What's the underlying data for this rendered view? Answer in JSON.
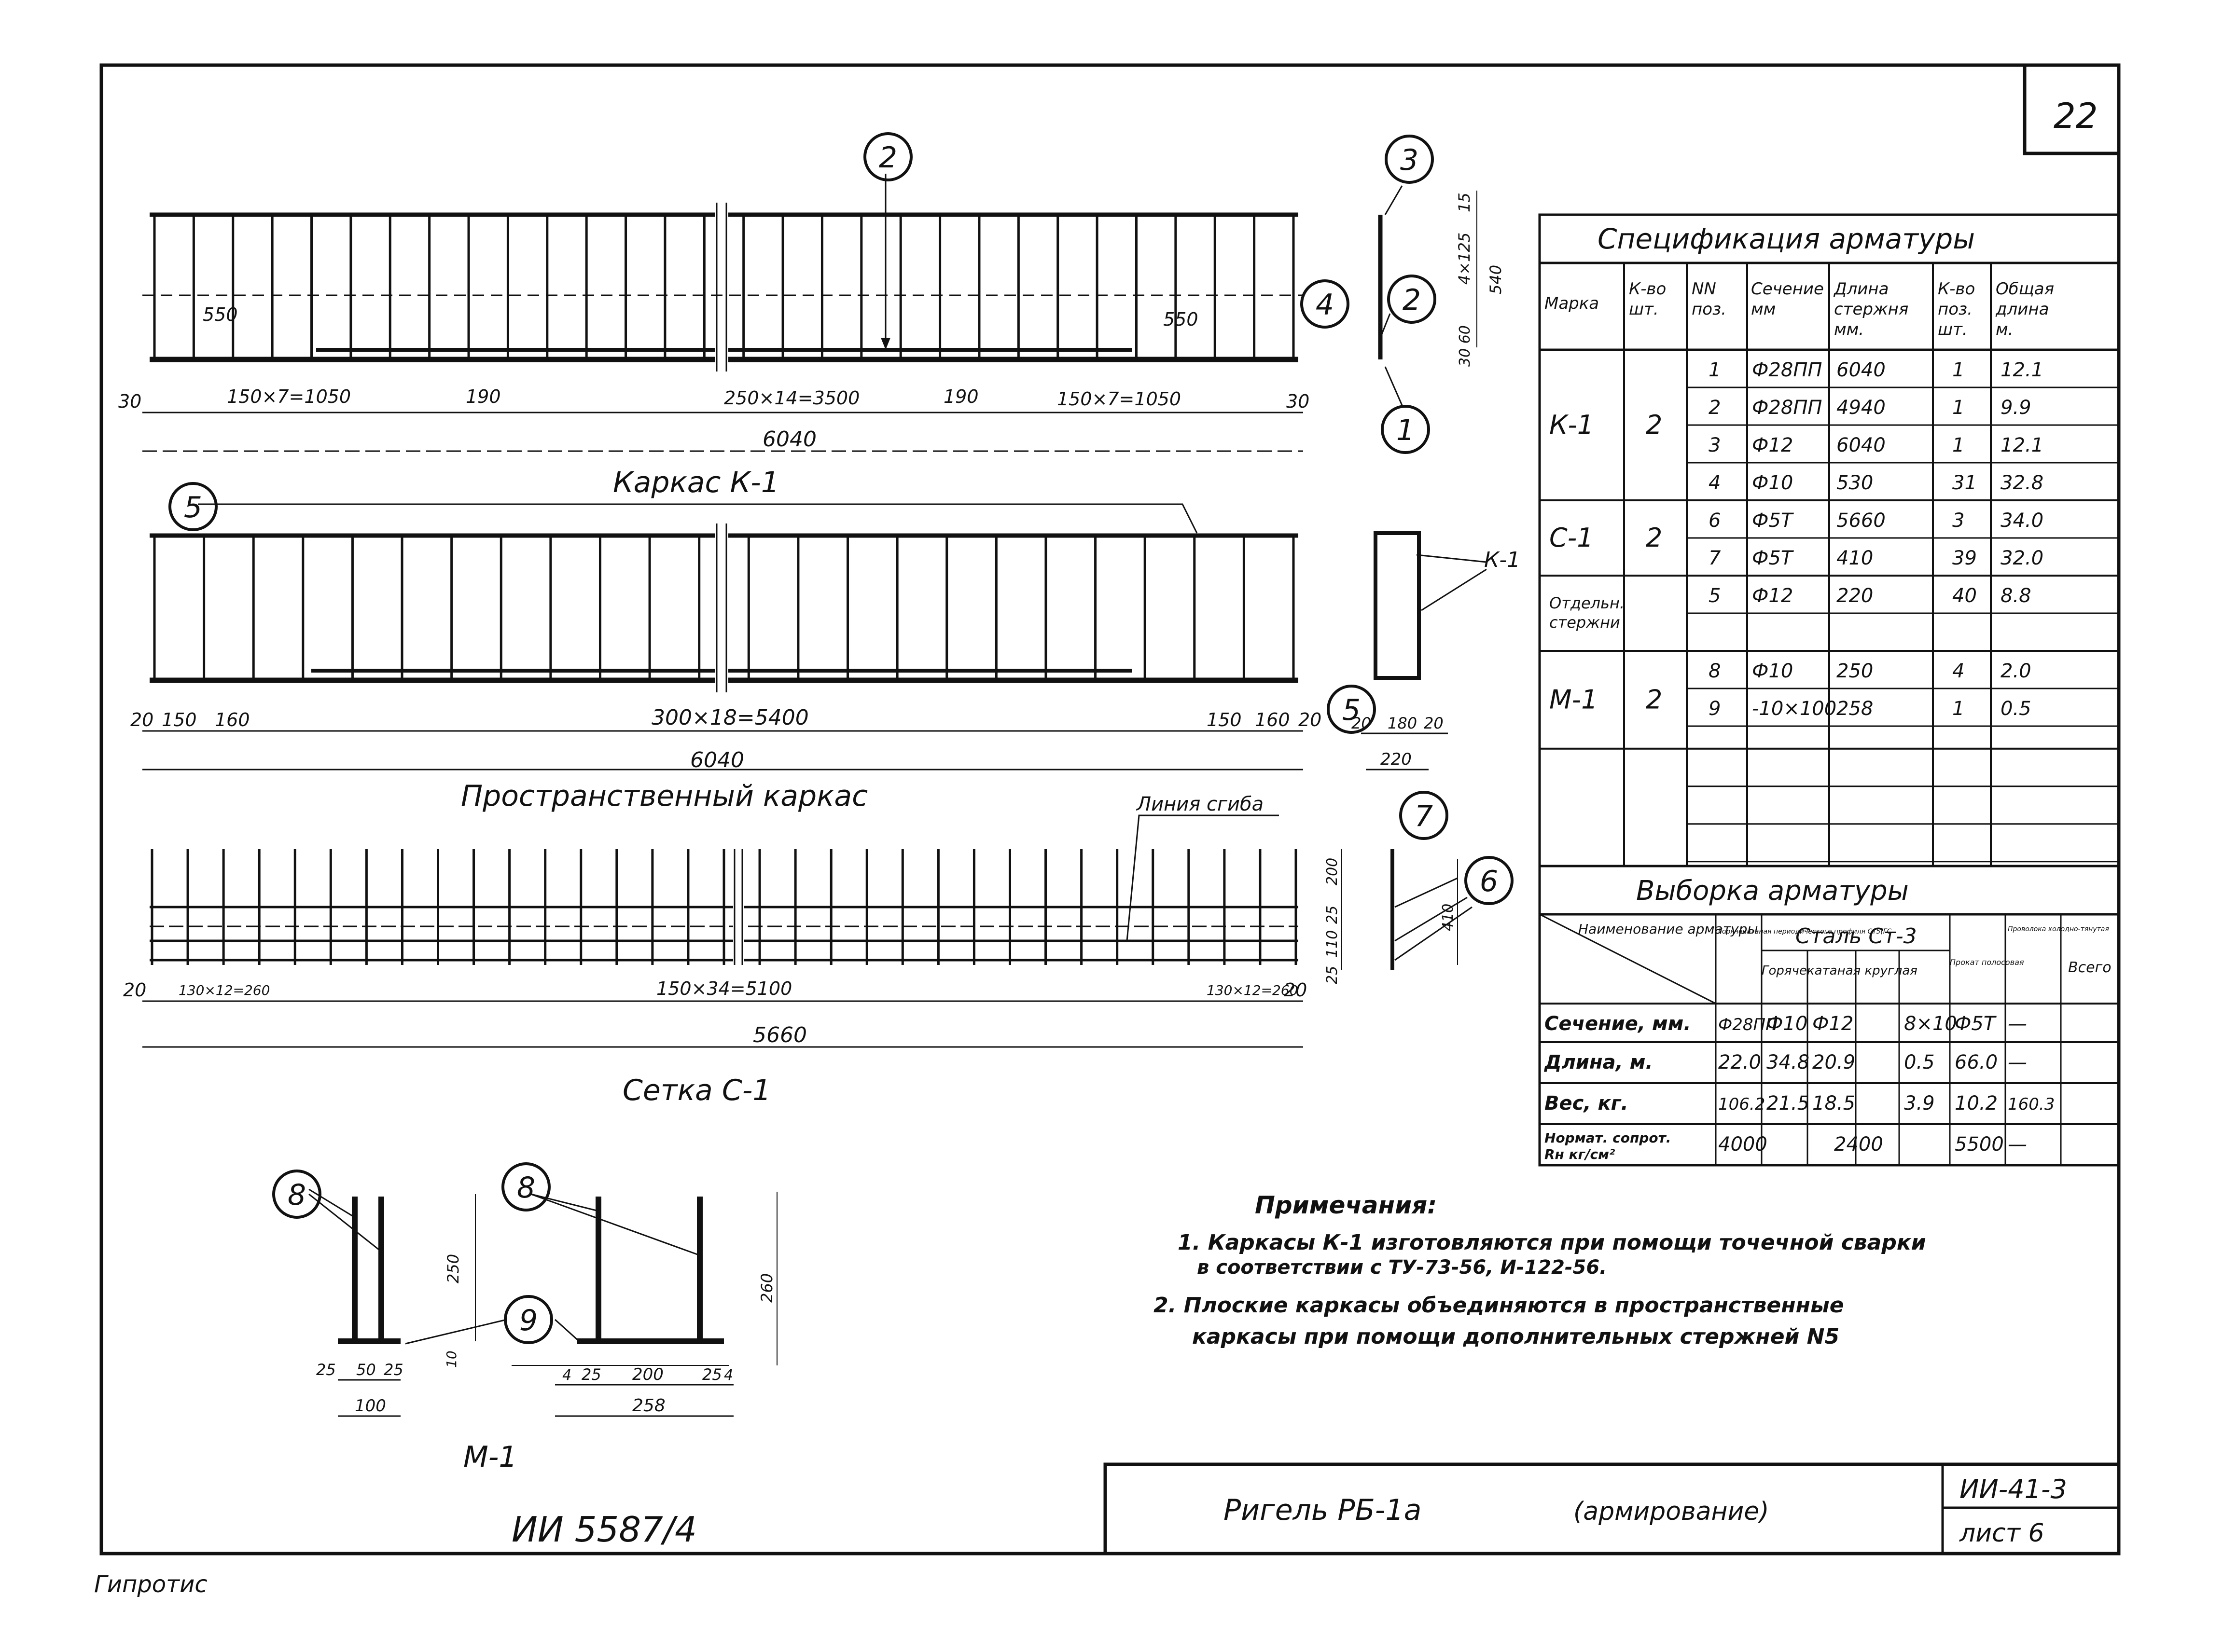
{
  "sheet": {
    "page_number": "22",
    "code": "ИИ-41-3",
    "sheet_label": "лист 6",
    "title": "Ригель РБ-1а",
    "subtitle": "(армирование)",
    "archive_no": "ИИ 5587/4",
    "org": "Гипротис"
  },
  "views": {
    "k1": {
      "title": "Каркас К-1",
      "dims": {
        "d30l": "30",
        "seg1": "150×7=1050",
        "d190l": "190",
        "center": "250×14=3500",
        "d190r": "190",
        "seg2": "150×7=1050",
        "d30r": "30",
        "total": "6040",
        "left550": "550",
        "right550": "550"
      },
      "section_dims": {
        "top": "15",
        "mid": "4×125",
        "total": "540",
        "bottom": "30 60"
      }
    },
    "spatial": {
      "title": "Пространственный каркас",
      "dims": {
        "d20l": "20",
        "d150l": "150",
        "d160l": "160",
        "center": "300×18=5400",
        "d150r": "150",
        "d160r": "160",
        "d20r": "20",
        "total": "6040"
      },
      "section_dims": {
        "left": "20",
        "mid": "180",
        "right": "20",
        "total": "220"
      },
      "callout_k1": "К-1"
    },
    "mesh": {
      "title": "Сетка С-1",
      "bend_line": "Линия сгиба",
      "dims": {
        "d20l": "20",
        "left": "130×12=260",
        "center": "150×34=5100",
        "right": "130×12=260",
        "d20r": "20",
        "total": "5660"
      },
      "section_dims": {
        "top": "200",
        "mid": "25",
        "low": "110",
        "bot": "25",
        "total": "410"
      }
    },
    "m1": {
      "title": "М-1",
      "dims_a": {
        "a": "25",
        "b": "50",
        "c": "25",
        "total": "100"
      },
      "dims_b": {
        "e1": "4",
        "a": "25",
        "b": "200",
        "c": "25",
        "e2": "4",
        "total": "258",
        "h1": "250",
        "h2": "260",
        "t": "10"
      }
    }
  },
  "markers": [
    "1",
    "2",
    "3",
    "4",
    "5",
    "6",
    "7",
    "8",
    "9"
  ],
  "spec": {
    "title": "Спецификация арматуры",
    "headers": [
      "Марка",
      "К-во шт.",
      "NN поз.",
      "Сечение мм",
      "Длина стержня мм.",
      "К-во поз. шт.",
      "Общая длина м."
    ],
    "groups": [
      {
        "mark": "К-1",
        "qty": "2",
        "rows": [
          [
            "1",
            "Ф28ПП",
            "6040",
            "1",
            "12.1"
          ],
          [
            "2",
            "Ф28ПП",
            "4940",
            "1",
            "9.9"
          ],
          [
            "3",
            "Ф12",
            "6040",
            "1",
            "12.1"
          ],
          [
            "4",
            "Ф10",
            "530",
            "31",
            "32.8"
          ]
        ]
      },
      {
        "mark": "С-1",
        "qty": "2",
        "rows": [
          [
            "6",
            "Ф5Т",
            "5660",
            "3",
            "34.0"
          ],
          [
            "7",
            "Ф5Т",
            "410",
            "39",
            "32.0"
          ]
        ]
      },
      {
        "mark": "Отдельн. стержни",
        "qty": "",
        "rows": [
          [
            "5",
            "Ф12",
            "220",
            "40",
            "8.8"
          ]
        ]
      },
      {
        "mark": "М-1",
        "qty": "2",
        "rows": [
          [
            "8",
            "Ф10",
            "250",
            "4",
            "2.0"
          ],
          [
            "9",
            "-10×100",
            "258",
            "1",
            "0.5"
          ]
        ]
      }
    ]
  },
  "selection": {
    "title": "Выборка арматуры",
    "corner": "Наименование арматуры",
    "col_a": "Горячекатаная периодического профиля Ст5(ГС",
    "steel": "Сталь Ст-3",
    "hot": "Горячекатаная круглая",
    "strip": "Прокат полосовая",
    "cold": "Проволока холодно-тянутая",
    "total": "Всего",
    "rows": [
      {
        "label": "Сечение, мм.",
        "vals": [
          "Ф28ПП",
          "Ф10",
          "Ф12",
          "",
          "8×10",
          "Ф5Т",
          "—"
        ]
      },
      {
        "label": "Длина, м.",
        "vals": [
          "22.0",
          "34.8",
          "20.9",
          "",
          "0.5",
          "66.0",
          "—"
        ]
      },
      {
        "label": "Вес, кг.",
        "vals": [
          "106.2",
          "21.5",
          "18.5",
          "",
          "3.9",
          "10.2",
          "160.3"
        ]
      },
      {
        "label": "Нормат. сопрот. Rн кг/см²",
        "vals": [
          "4000",
          "2400",
          "",
          "",
          "",
          "5500",
          "—"
        ]
      }
    ]
  },
  "notes": {
    "title": "Примечания:",
    "n1a": "1. Каркасы К-1 изготовляются при помощи точечной сварки",
    "n1b": "в соответствии с ТУ-73-56, И-122-56.",
    "n2a": "2. Плоские каркасы объединяются в пространственные",
    "n2b": "каркасы при помощи дополнительных стержней N5"
  }
}
